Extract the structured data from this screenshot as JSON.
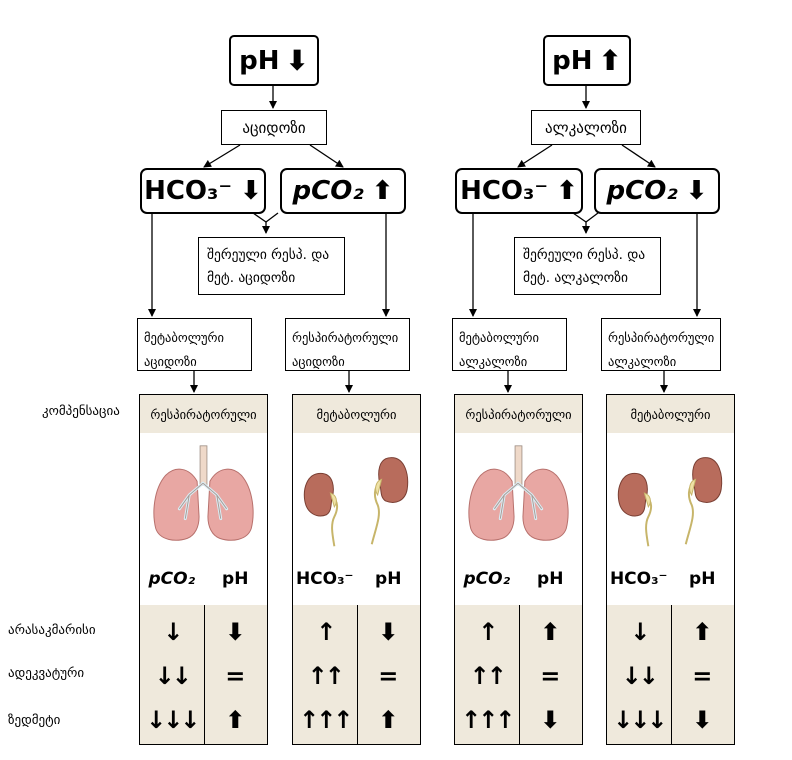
{
  "compensation_label": "კომპენსაცია",
  "row_labels": [
    "არასაკმარისი",
    "ადეკვატური",
    "ზედმეტი"
  ],
  "pco2_label": "pCO₂",
  "hco3_label": "HCO₃⁻",
  "ph_label": "pH",
  "left": {
    "ph_text": "pH",
    "ph_arrow": "⬇",
    "condition": "აციდოზი",
    "hco3_arrow": "⬇",
    "pco2_arrow": "⬆",
    "mixed_line1": "შერეული რესპ. და",
    "mixed_line2": "მეტ. აციდოზი",
    "metabolic_line1": "მეტაბოლური",
    "metabolic_line2": "აციდოზი",
    "respiratory_line1": "რესპირატორული",
    "respiratory_line2": "აციდოზი"
  },
  "right": {
    "ph_text": "pH",
    "ph_arrow": "⬆",
    "condition": "ალკალოზი",
    "hco3_arrow": "⬆",
    "pco2_arrow": "⬇",
    "mixed_line1": "შერეული რესპ. და",
    "mixed_line2": "მეტ. ალკალოზი",
    "metabolic_line1": "მეტაბოლური",
    "metabolic_line2": "ალკალოზი",
    "respiratory_line1": "რესპირატორული",
    "respiratory_line2": "ალკალოზი"
  },
  "panels": [
    {
      "header": "რესპირატორული",
      "organ": "lungs-icon",
      "col1": "pCO₂",
      "col2": "pH",
      "rows": [
        [
          "↓",
          "⬇"
        ],
        [
          "↓↓",
          "="
        ],
        [
          "↓↓↓",
          "⬆"
        ]
      ]
    },
    {
      "header": "მეტაბოლური",
      "organ": "kidneys-icon",
      "col1": "HCO₃⁻",
      "col2": "pH",
      "rows": [
        [
          "↑",
          "⬇"
        ],
        [
          "↑↑",
          "="
        ],
        [
          "↑↑↑",
          "⬆"
        ]
      ]
    },
    {
      "header": "რესპირატორული",
      "organ": "lungs-icon",
      "col1": "pCO₂",
      "col2": "pH",
      "rows": [
        [
          "↑",
          "⬆"
        ],
        [
          "↑↑",
          "="
        ],
        [
          "↑↑↑",
          "⬇"
        ]
      ]
    },
    {
      "header": "მეტაბოლური",
      "organ": "kidneys-icon",
      "col1": "HCO₃⁻",
      "col2": "pH",
      "rows": [
        [
          "↓",
          "⬆"
        ],
        [
          "↓↓",
          "="
        ],
        [
          "↓↓↓",
          "⬇"
        ]
      ]
    }
  ],
  "colors": {
    "panel_fill": "#efe9dc",
    "lung": "#e8a7a3",
    "kidney": "#b86c5c",
    "ureter": "#efe2a6"
  }
}
